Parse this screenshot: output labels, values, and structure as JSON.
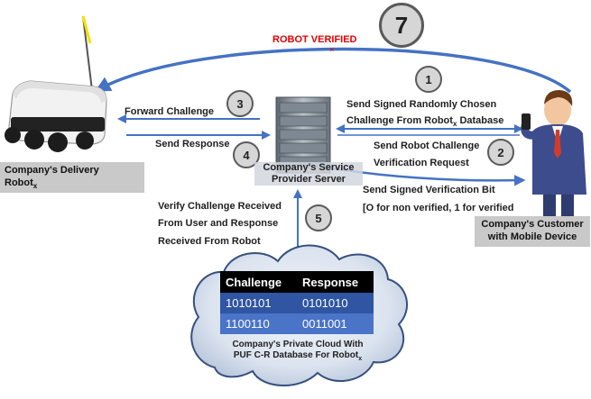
{
  "verified_label": "ROBOT VERIFIED",
  "steps": {
    "s1": "1",
    "s2": "2",
    "s3": "3",
    "s4": "4",
    "s5": "5",
    "s7": "7"
  },
  "labels": {
    "forward_challenge": "Forward Challenge",
    "send_response": "Send Response",
    "send_signed_challenge_l1": "Send Signed Randomly Chosen",
    "send_signed_challenge_l2": "Challenge From Robot",
    "send_signed_challenge_l2_sub": "x",
    "send_signed_challenge_l2_end": " Database",
    "robot_challenge_l1": "Send Robot Challenge",
    "robot_challenge_l2": "Verification Request",
    "signed_bit_l1": "Send Signed Verification Bit",
    "signed_bit_l2": "[O for non verified, 1 for verified",
    "verify_l1": "Verify Challenge Received",
    "verify_l2": "From User and Response",
    "verify_l3": "Received From Robot"
  },
  "nodes": {
    "robot_l1": "Company's Delivery",
    "robot_l2": "Robot",
    "robot_sub": "x",
    "server_l1": "Company's Service",
    "server_l2": "Provider Server",
    "customer_l1": "Company's Customer",
    "customer_l2": "with Mobile Device",
    "cloud_l1": "Company's Private Cloud With",
    "cloud_l2": "PUF C-R Database For Robot",
    "cloud_sub": "x"
  },
  "crp_table": {
    "headers": [
      "Challenge",
      "Response"
    ],
    "rows": [
      [
        "1010101",
        "0101010"
      ],
      [
        "1100110",
        "0011001"
      ]
    ]
  },
  "colors": {
    "arrow": "#4472c4",
    "verified": "#e60000",
    "label_box": "#c9c9c9",
    "table_header": "#000000",
    "table_row_a": "#2f55a3",
    "table_row_b": "#4a74c8"
  }
}
